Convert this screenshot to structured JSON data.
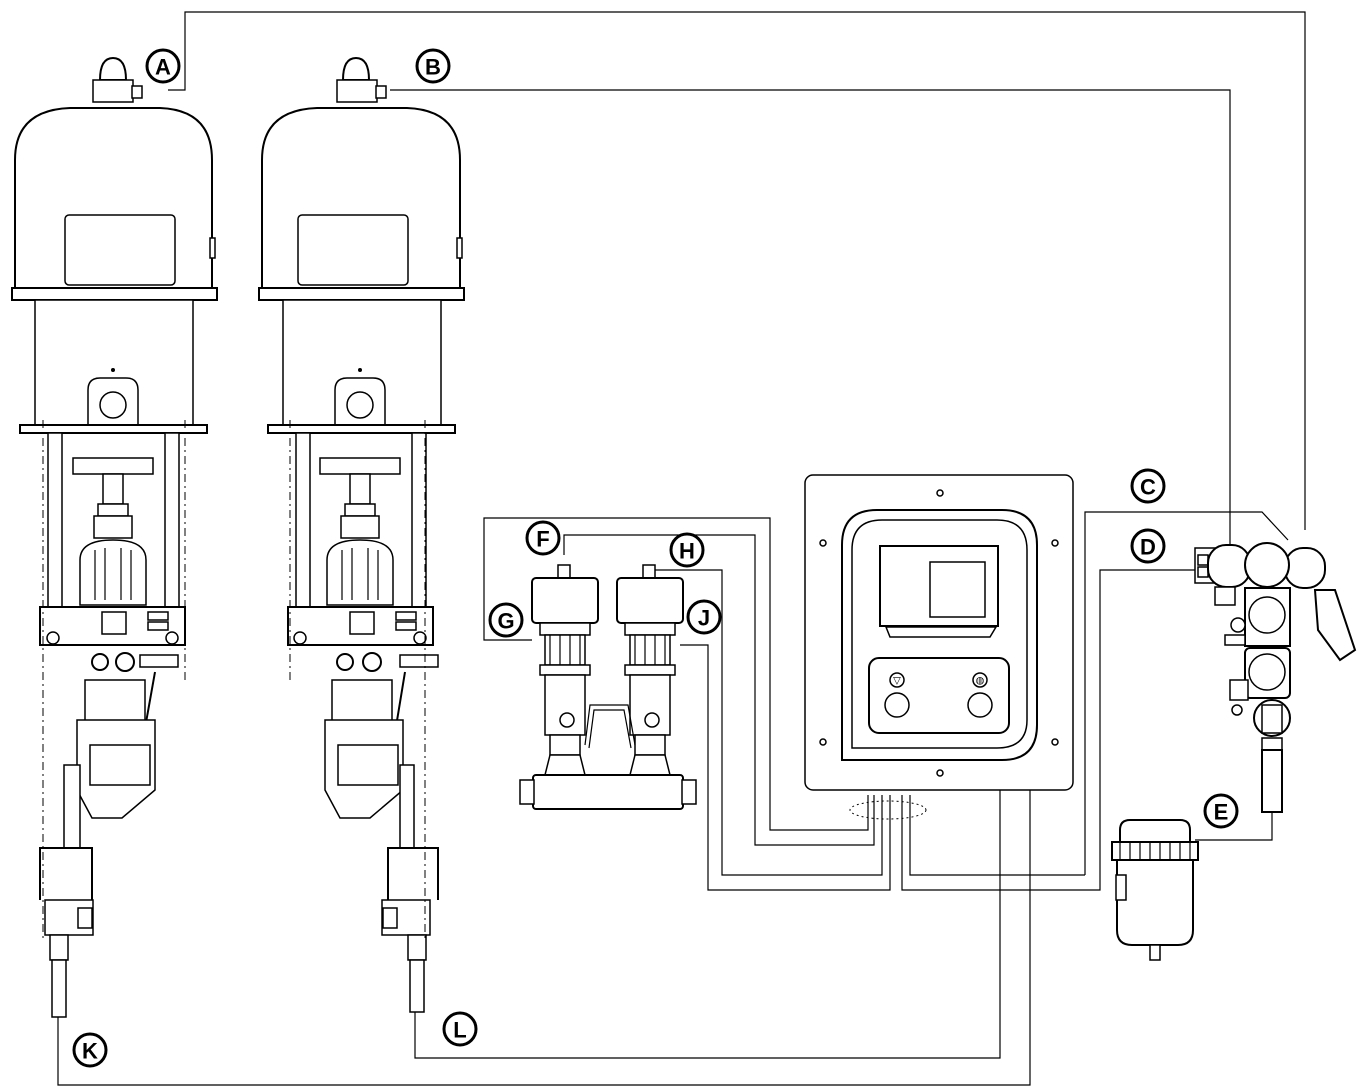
{
  "callouts": {
    "A": "A",
    "B": "B",
    "C": "C",
    "D": "D",
    "E": "E",
    "F": "F",
    "G": "G",
    "H": "H",
    "J": "J",
    "K": "K",
    "L": "L"
  },
  "control_panel": {
    "stop_symbol": "▽",
    "start_symbol": "◍"
  }
}
